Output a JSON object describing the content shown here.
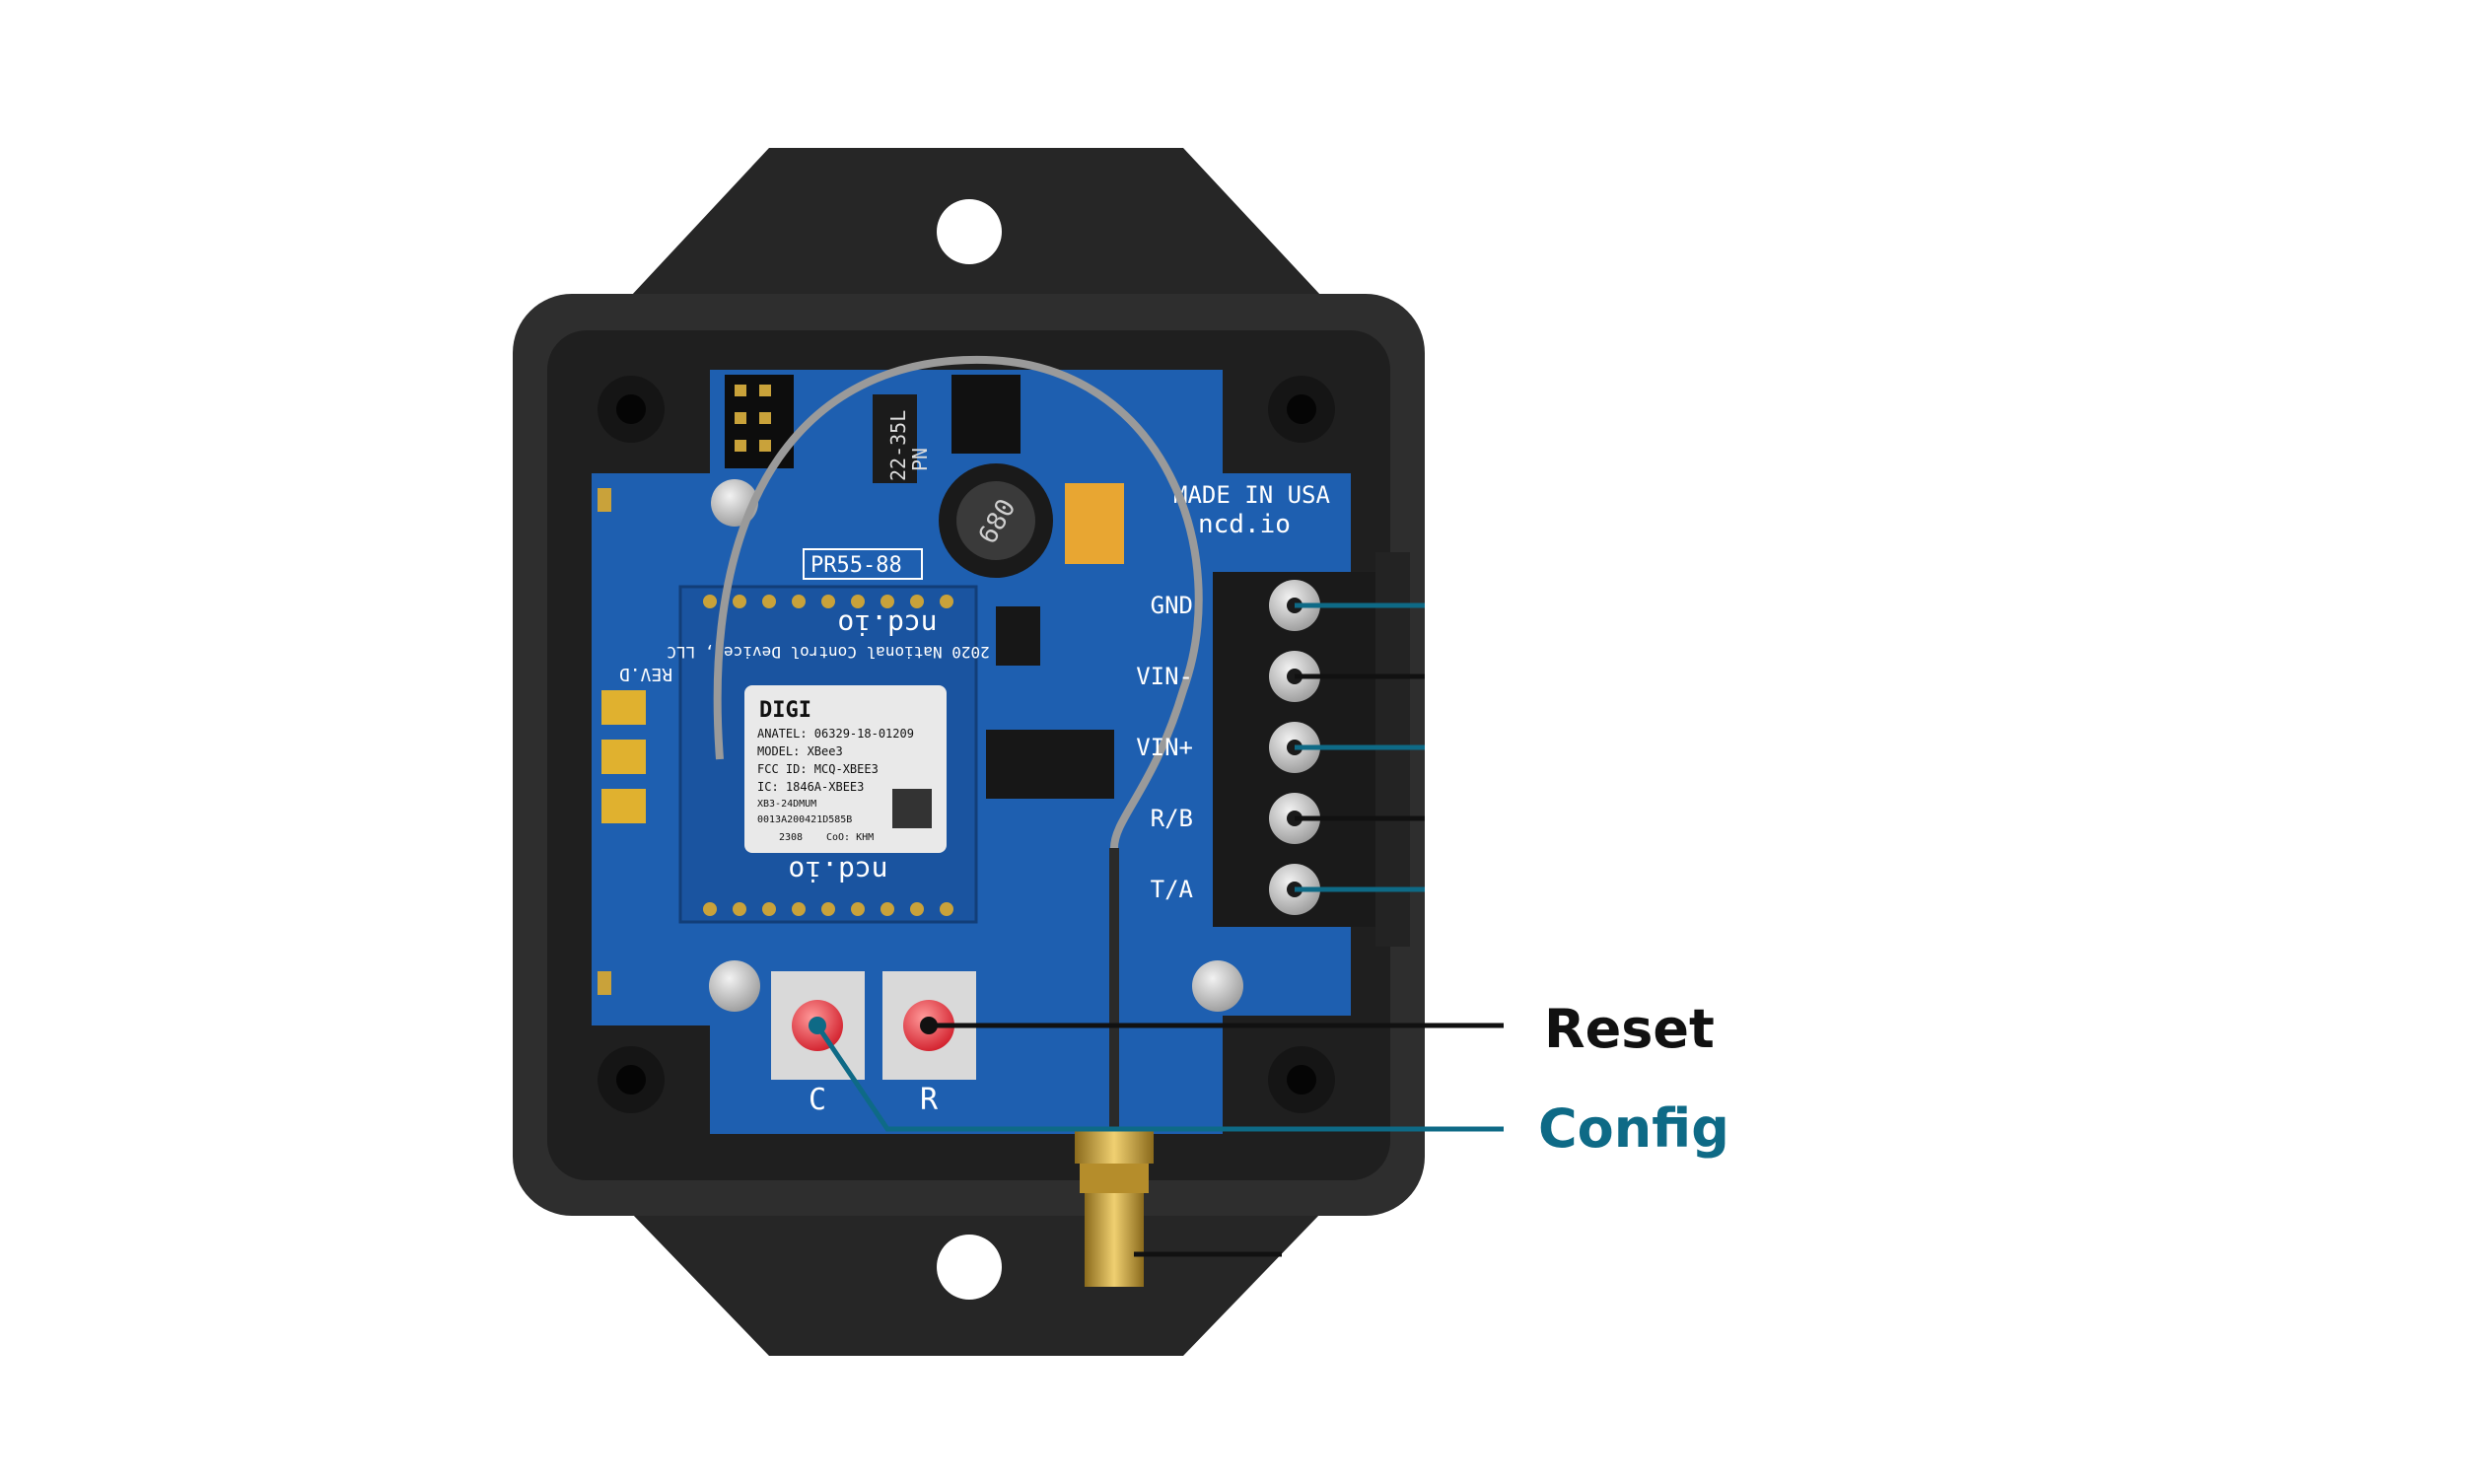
{
  "callouts": {
    "reset": {
      "label": "Reset",
      "color": "#111111"
    },
    "config": {
      "label": "Config",
      "color": "#0e6a86"
    }
  },
  "board": {
    "made_in": "MADE IN USA",
    "brand": "ncd.io",
    "part_number": "PR55-88",
    "rev": "REV.D",
    "copyright": "2020 National Control Devices, LLC",
    "module_brand": "ncd.io",
    "terminals": [
      "GND",
      "VIN-",
      "VIN+",
      "R/B",
      "T/A"
    ],
    "buttons": [
      "C",
      "R"
    ],
    "inductor": "680",
    "chip_text": [
      "22-35L",
      "PN"
    ],
    "module": {
      "brand": "DIGI",
      "anatel": "ANATEL: 06329-18-01209",
      "model": "MODEL: XBee3",
      "fcc": "FCC ID: MCQ-XBEE3",
      "ic": "IC: 1846A-XBEE3",
      "pn": "XB3-24DMUM",
      "mac": "0013A200421D585B",
      "date": "2308",
      "coo": "CoO: KHM"
    }
  },
  "colors": {
    "enclosure": "#2b2b2b",
    "pcb": "#1e5fb0",
    "terminal_line_teal": "#0e6a86",
    "terminal_line_black": "#111111"
  }
}
